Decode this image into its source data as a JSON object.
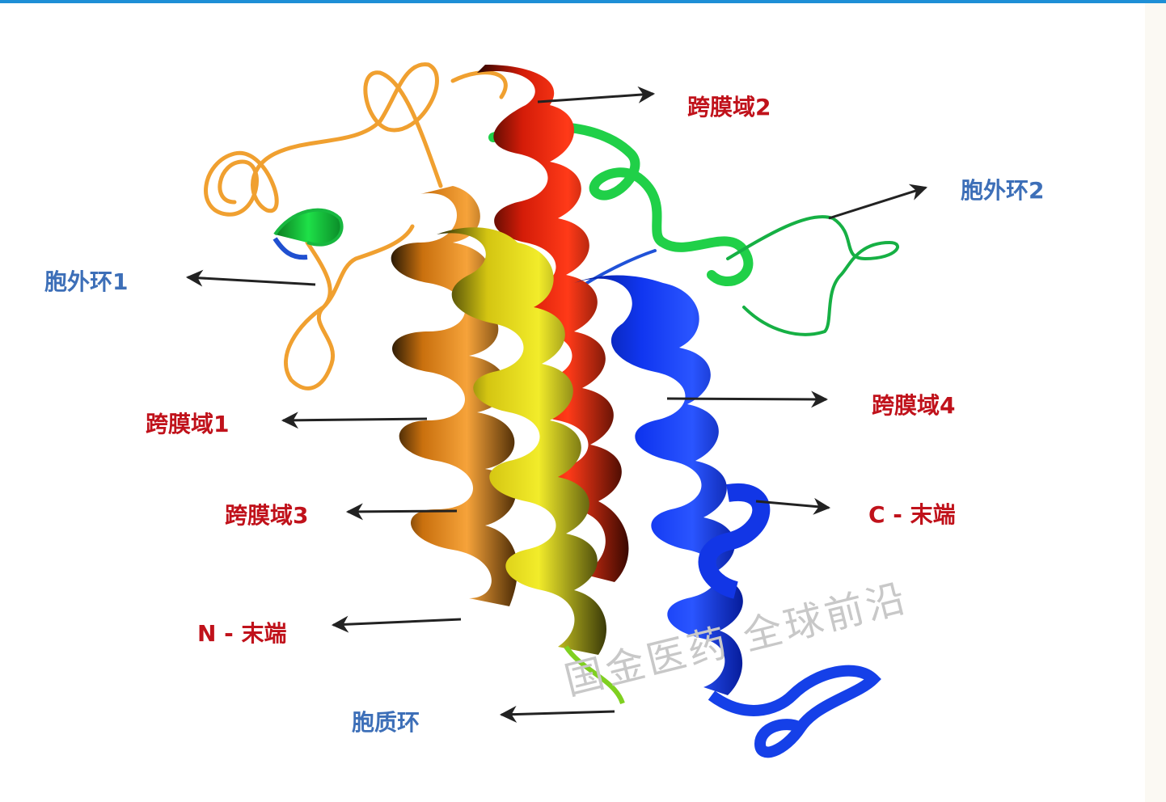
{
  "labels": {
    "tm2": "跨膜域2",
    "ecl2": "胞外环2",
    "ecl1": "胞外环1",
    "tm1": "跨膜域1",
    "tm4": "跨膜域4",
    "tm3": "跨膜域3",
    "cterm": "C - 末端",
    "nterm": "N - 末端",
    "icl": "胞质环"
  },
  "watermark": "国金医药 全球前沿",
  "colors": {
    "label_red": "#c0121b",
    "label_blue": "#3d6fb8",
    "helix_orange": "#f29a1e",
    "helix_yellow": "#e8e21a",
    "helix_red": "#ee2b10",
    "helix_blue": "#1236e6",
    "loop_green": "#19d640"
  }
}
